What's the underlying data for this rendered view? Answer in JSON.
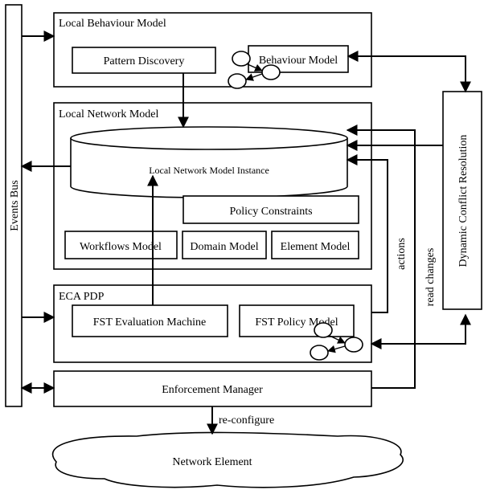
{
  "events_bus": "Events Bus",
  "local_behaviour_model": {
    "title": "Local Behaviour Model",
    "pattern_discovery": "Pattern Discovery",
    "behaviour_model": "Behaviour Model"
  },
  "local_network_model": {
    "title": "Local Network Model",
    "instance": "Local Network Model Instance",
    "policy_constraints": "Policy Constraints",
    "workflows_model": "Workflows Model",
    "domain_model": "Domain Model",
    "element_model": "Element Model"
  },
  "eca_pdp": {
    "title": "ECA PDP",
    "fst_evaluation_machine": "FST Evaluation Machine",
    "fst_policy_model": "FST Policy Model"
  },
  "enforcement_manager": "Enforcement Manager",
  "network_element": "Network Element",
  "dynamic_conflict_resolution": "Dynamic Conflict Resolution",
  "edge_labels": {
    "actions": "actions",
    "read_changes": "read changes",
    "re_configure": "re-configure"
  }
}
